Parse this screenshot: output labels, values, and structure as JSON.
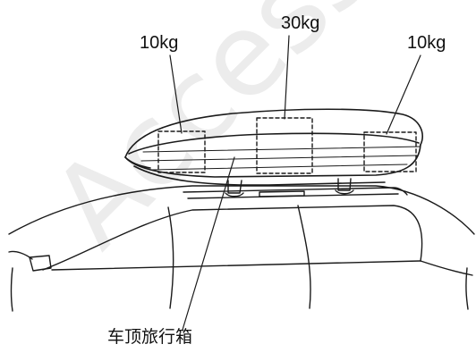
{
  "watermark": "Access",
  "labels": {
    "left_load": "10kg",
    "center_load": "30kg",
    "right_load": "10kg",
    "caption": "车顶旅行箱"
  },
  "colors": {
    "line": "#1a1a1a",
    "watermark": "#8c8c8c",
    "background": "#ffffff"
  }
}
